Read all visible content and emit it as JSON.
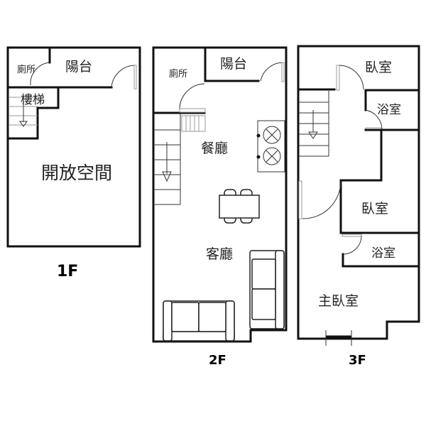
{
  "floors": [
    {
      "name": "1F",
      "rooms": {
        "toilet": "廁所",
        "balcony": "陽台",
        "stairs": "樓梯",
        "open_space": "開放空間"
      }
    },
    {
      "name": "2F",
      "rooms": {
        "toilet": "廁所",
        "balcony": "陽台",
        "dining": "餐廳",
        "living": "客廳"
      }
    },
    {
      "name": "3F",
      "rooms": {
        "bedroom1": "臥室",
        "bath1": "浴室",
        "bedroom2": "臥室",
        "bath2": "浴室",
        "master": "主臥室"
      }
    }
  ]
}
